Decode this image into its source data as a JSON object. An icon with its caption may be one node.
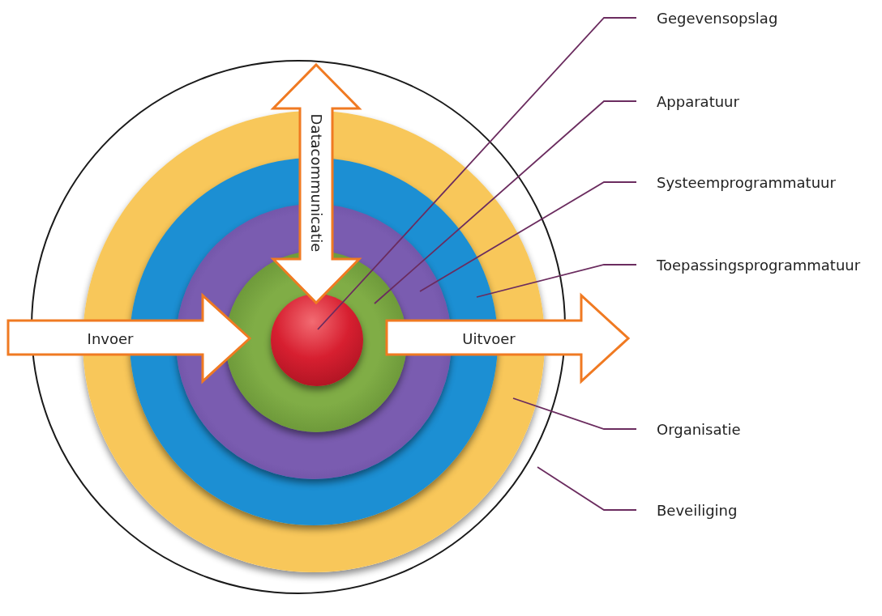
{
  "diagram": {
    "nodes": [
      {
        "text": [],
        "shape": "circle"
      },
      {
        "text": [],
        "shape": "circle",
        "in": 0
      },
      {
        "text": [],
        "shape": "circle",
        "in": 1
      },
      {
        "text": [],
        "shape": "circle",
        "in": 2
      },
      {
        "text": [],
        "shape": "circle",
        "in": 3
      },
      {
        "text": [],
        "shape": "circle",
        "in": 4
      },
      {
        "text": [
          "Datacommunicatie"
        ],
        "in": 0
      },
      {
        "text": [
          "Invoer"
        ]
      },
      {
        "text": [
          "Uitvoer"
        ]
      },
      {
        "text": [
          "Gegevensopslag"
        ]
      },
      {
        "text": [
          "Apparatuur"
        ]
      },
      {
        "text": [
          "Systeemprogrammatuur"
        ]
      },
      {
        "text": [
          "Toepassingsprogrammatuur"
        ]
      },
      {
        "text": [
          "Organisatie"
        ]
      },
      {
        "text": [
          "Beveiliging"
        ]
      }
    ],
    "edges": [
      {
        "from": 9,
        "to": 5,
        "arrow": "none"
      },
      {
        "from": 10,
        "to": 4,
        "arrow": "none"
      },
      {
        "from": 11,
        "to": 3,
        "arrow": "none"
      },
      {
        "from": 12,
        "to": 2,
        "arrow": "none"
      },
      {
        "from": 13,
        "to": 1,
        "arrow": "none"
      },
      {
        "from": 14,
        "to": 0,
        "arrow": "none"
      }
    ]
  }
}
